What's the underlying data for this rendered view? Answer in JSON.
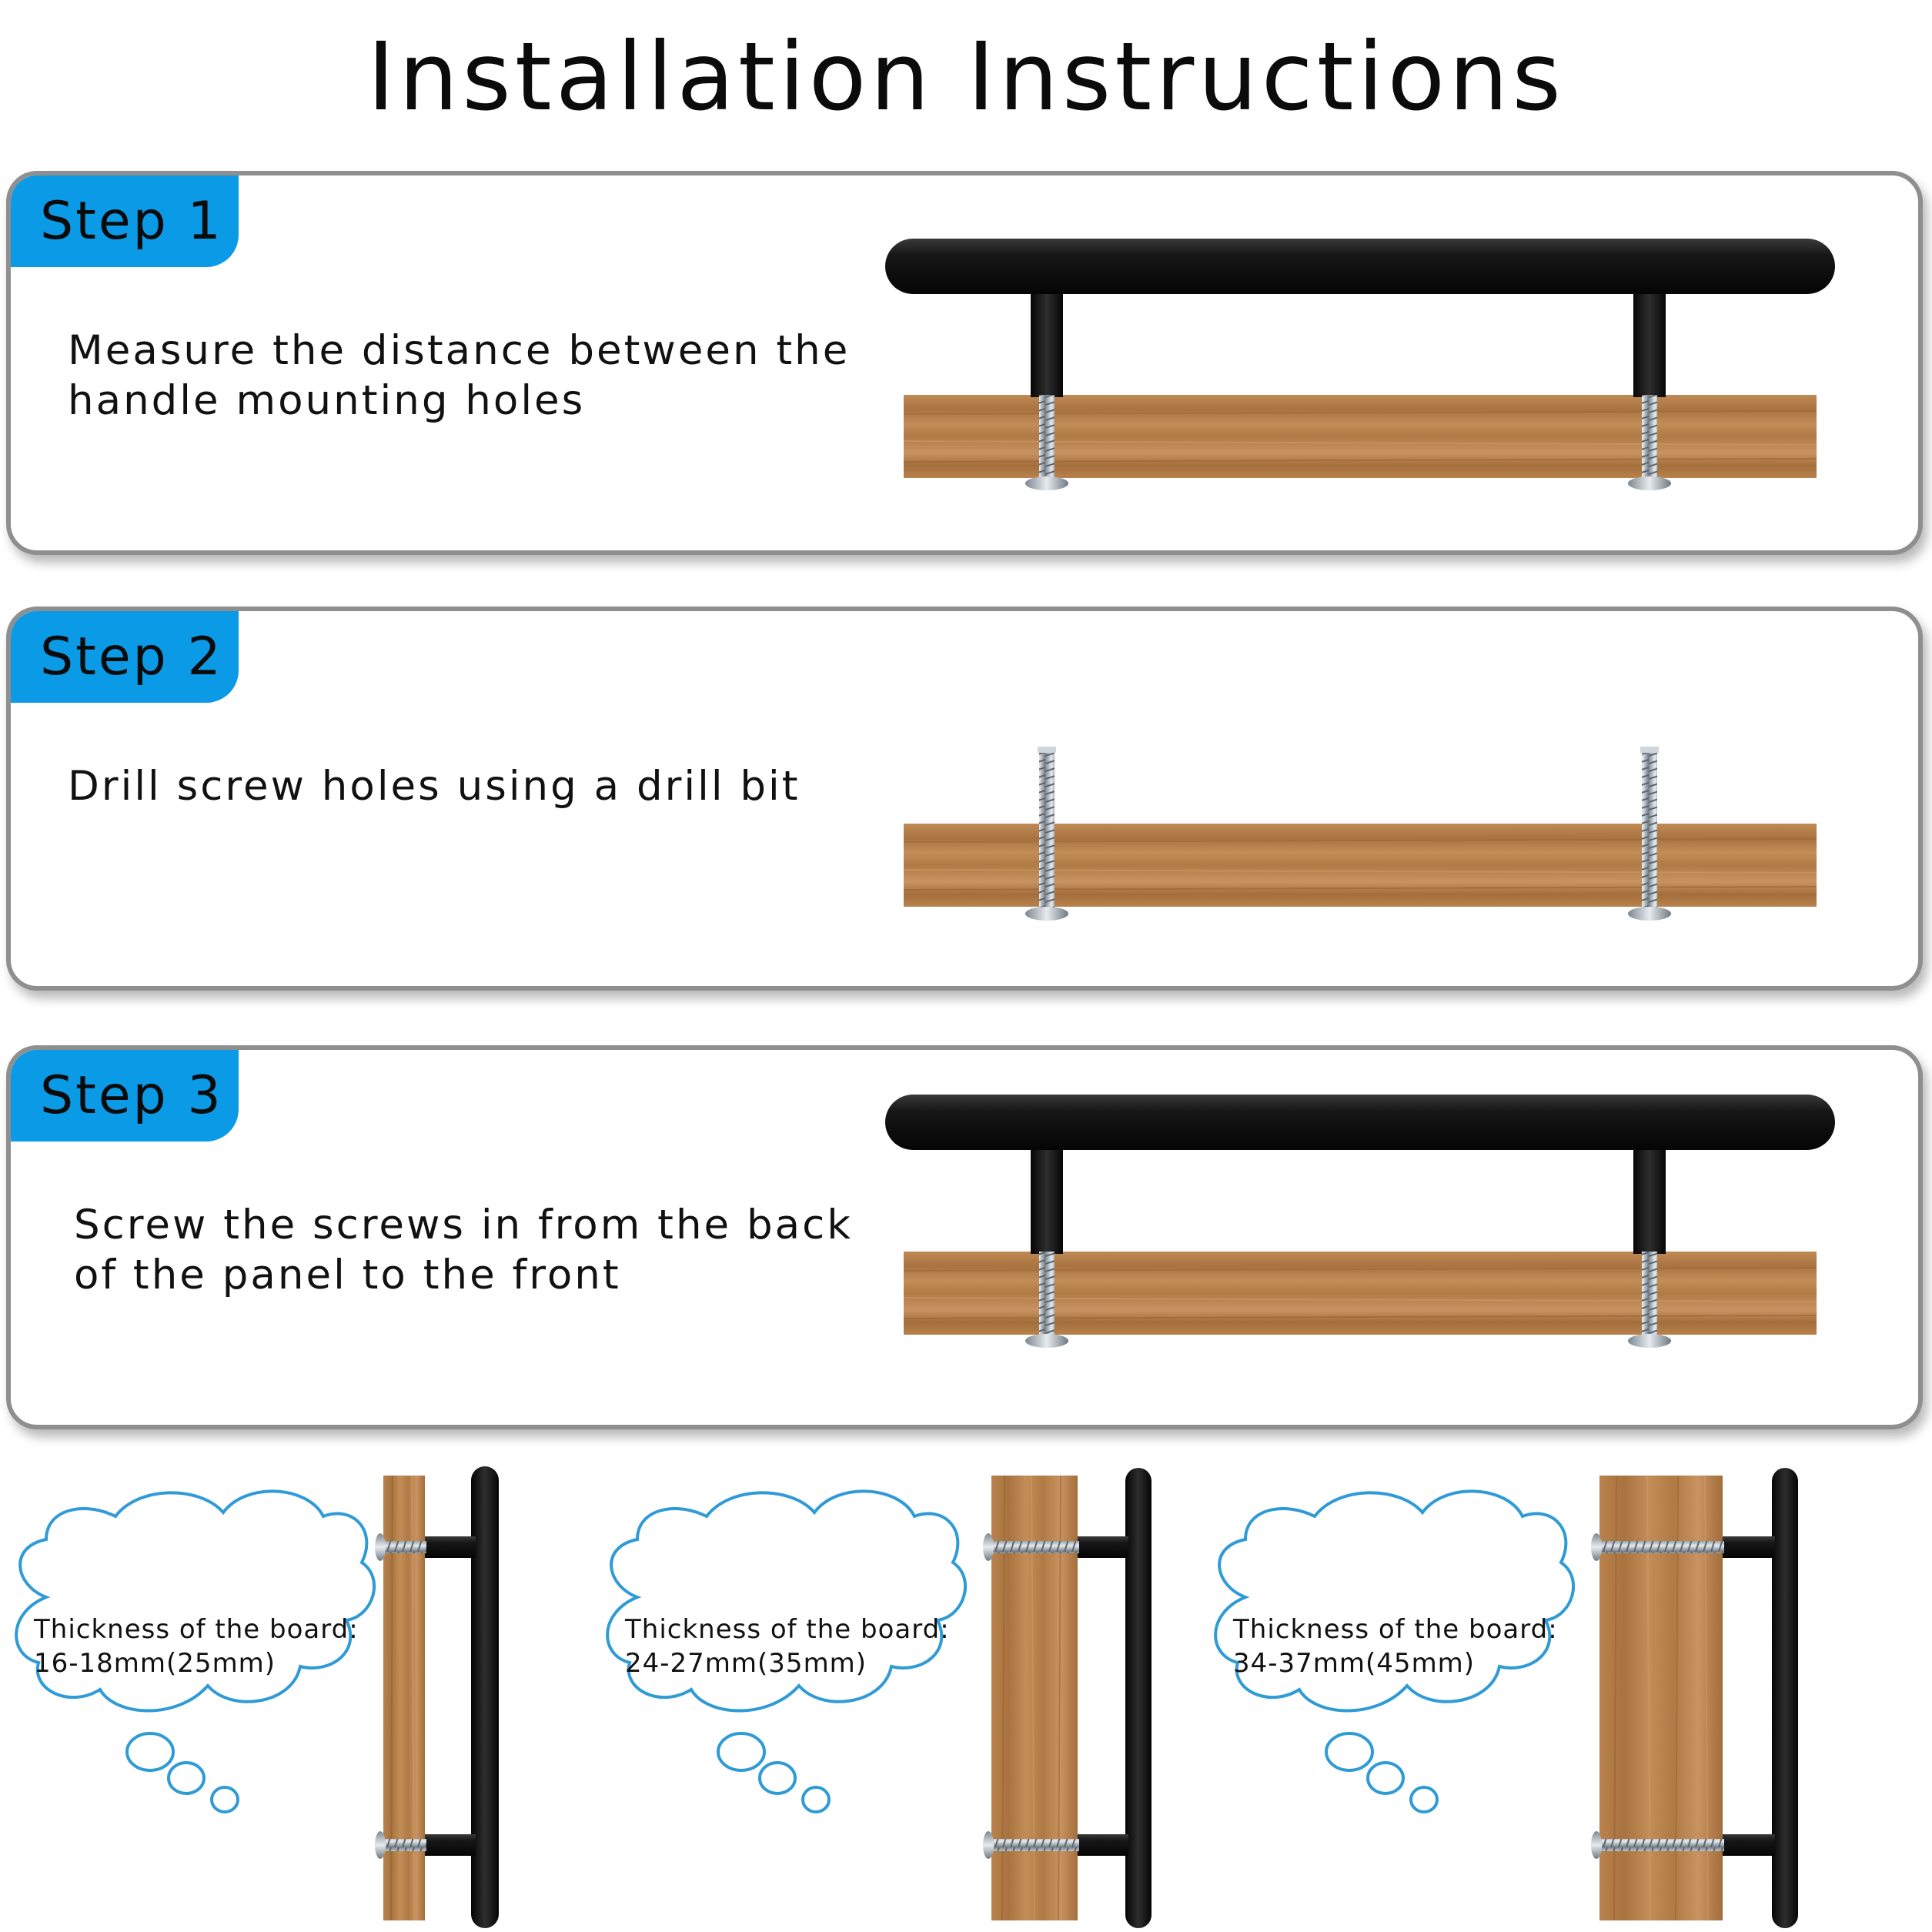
{
  "title": "Installation Instructions",
  "steps": [
    {
      "label": "Step 1",
      "lines": [
        "Measure the distance between the",
        "handle mounting holes"
      ]
    },
    {
      "label": "Step 2",
      "lines": [
        "Drill screw holes using a drill bit"
      ]
    },
    {
      "label": "Step 3",
      "lines": [
        "Screw the screws in from the back",
        "of the panel to the front"
      ]
    }
  ],
  "thickness": [
    {
      "line1": "Thickness of the board:",
      "line2": "16-18mm(25mm)"
    },
    {
      "line1": "Thickness of the board:",
      "line2": "24-27mm(35mm)"
    },
    {
      "line1": "Thickness of the board:",
      "line2": "34-37mm(45mm)"
    }
  ],
  "colors": {
    "tab": "#0a9ae6",
    "card_border": "#8f8f8f",
    "handle": "#141414",
    "wood": "#b07a45",
    "cloud_outline": "#2f9bd6"
  },
  "icons": [
    "handle-icon",
    "wood-board-icon",
    "screw-icon",
    "thought-cloud-icon"
  ]
}
